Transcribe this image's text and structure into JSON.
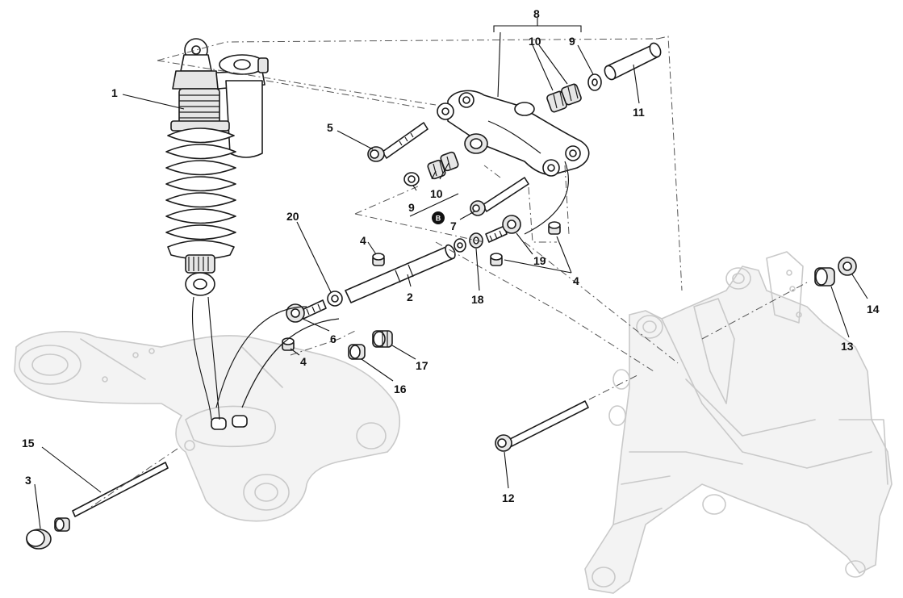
{
  "diagram": {
    "labels": [
      {
        "id": "l1",
        "text": "1"
      },
      {
        "id": "l2",
        "text": "2"
      },
      {
        "id": "l3",
        "text": "3"
      },
      {
        "id": "l4a",
        "text": "4"
      },
      {
        "id": "l4b",
        "text": "4"
      },
      {
        "id": "l4c",
        "text": "4"
      },
      {
        "id": "l5",
        "text": "5"
      },
      {
        "id": "l6",
        "text": "6"
      },
      {
        "id": "l7",
        "text": "7"
      },
      {
        "id": "l8",
        "text": "8"
      },
      {
        "id": "l9a",
        "text": "9"
      },
      {
        "id": "l9b",
        "text": "9"
      },
      {
        "id": "l10a",
        "text": "10"
      },
      {
        "id": "l10b",
        "text": "10"
      },
      {
        "id": "l11",
        "text": "11"
      },
      {
        "id": "l12",
        "text": "12"
      },
      {
        "id": "l13",
        "text": "13"
      },
      {
        "id": "l14",
        "text": "14"
      },
      {
        "id": "l15",
        "text": "15"
      },
      {
        "id": "l16",
        "text": "16"
      },
      {
        "id": "l17",
        "text": "17"
      },
      {
        "id": "l18",
        "text": "18"
      },
      {
        "id": "l19",
        "text": "19"
      },
      {
        "id": "l20",
        "text": "20"
      }
    ],
    "kit_symbol": "B"
  }
}
